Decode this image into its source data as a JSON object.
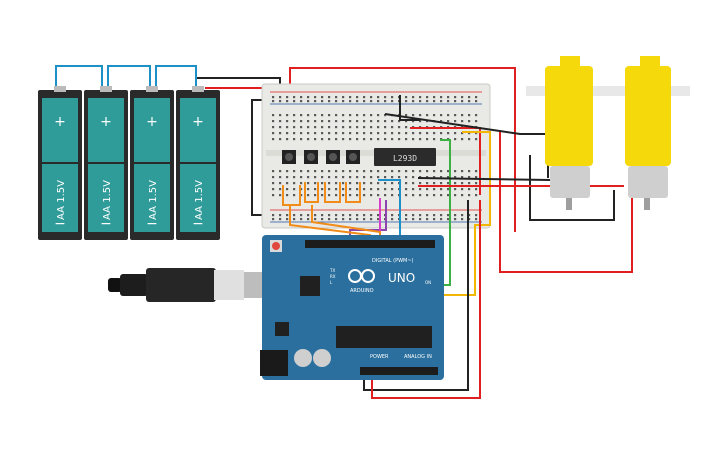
{
  "colors": {
    "battery_body": "#2a2a2a",
    "battery_teal": "#2f9c9a",
    "breadboard": "#e9e9e6",
    "arduino_blue": "#2a6f9e",
    "motor_yellow": "#f5d90a",
    "wire_red": "#e02020",
    "wire_black": "#222222",
    "wire_blue": "#1e90c8",
    "wire_green": "#3cb043",
    "wire_yellow": "#f2b705",
    "wire_orange": "#f28c18",
    "wire_purple": "#8e44ad",
    "wire_magenta": "#d63cc9"
  },
  "batteries": [
    {
      "label": "AA 1.5V",
      "plus": "+",
      "minus": "−"
    },
    {
      "label": "AA 1.5V",
      "plus": "+",
      "minus": "−"
    },
    {
      "label": "AA 1.5V",
      "plus": "+",
      "minus": "−"
    },
    {
      "label": "AA 1.5V",
      "plus": "+",
      "minus": "−"
    }
  ],
  "driver_chip": {
    "label": "L293D"
  },
  "arduino": {
    "brand": "ARDUINO",
    "model": "UNO",
    "digital_header": "DIGITAL (PWM~)",
    "power_header": "POWER",
    "analog_header": "ANALOG IN",
    "tx_label": "TX",
    "rx_label": "RX",
    "l_label": "L",
    "on_label": "ON"
  },
  "icons": {
    "battery": "battery-pack-icon",
    "usb": "usb-cable-icon",
    "motor": "dc-gear-motor-icon",
    "button": "pushbutton-icon"
  }
}
